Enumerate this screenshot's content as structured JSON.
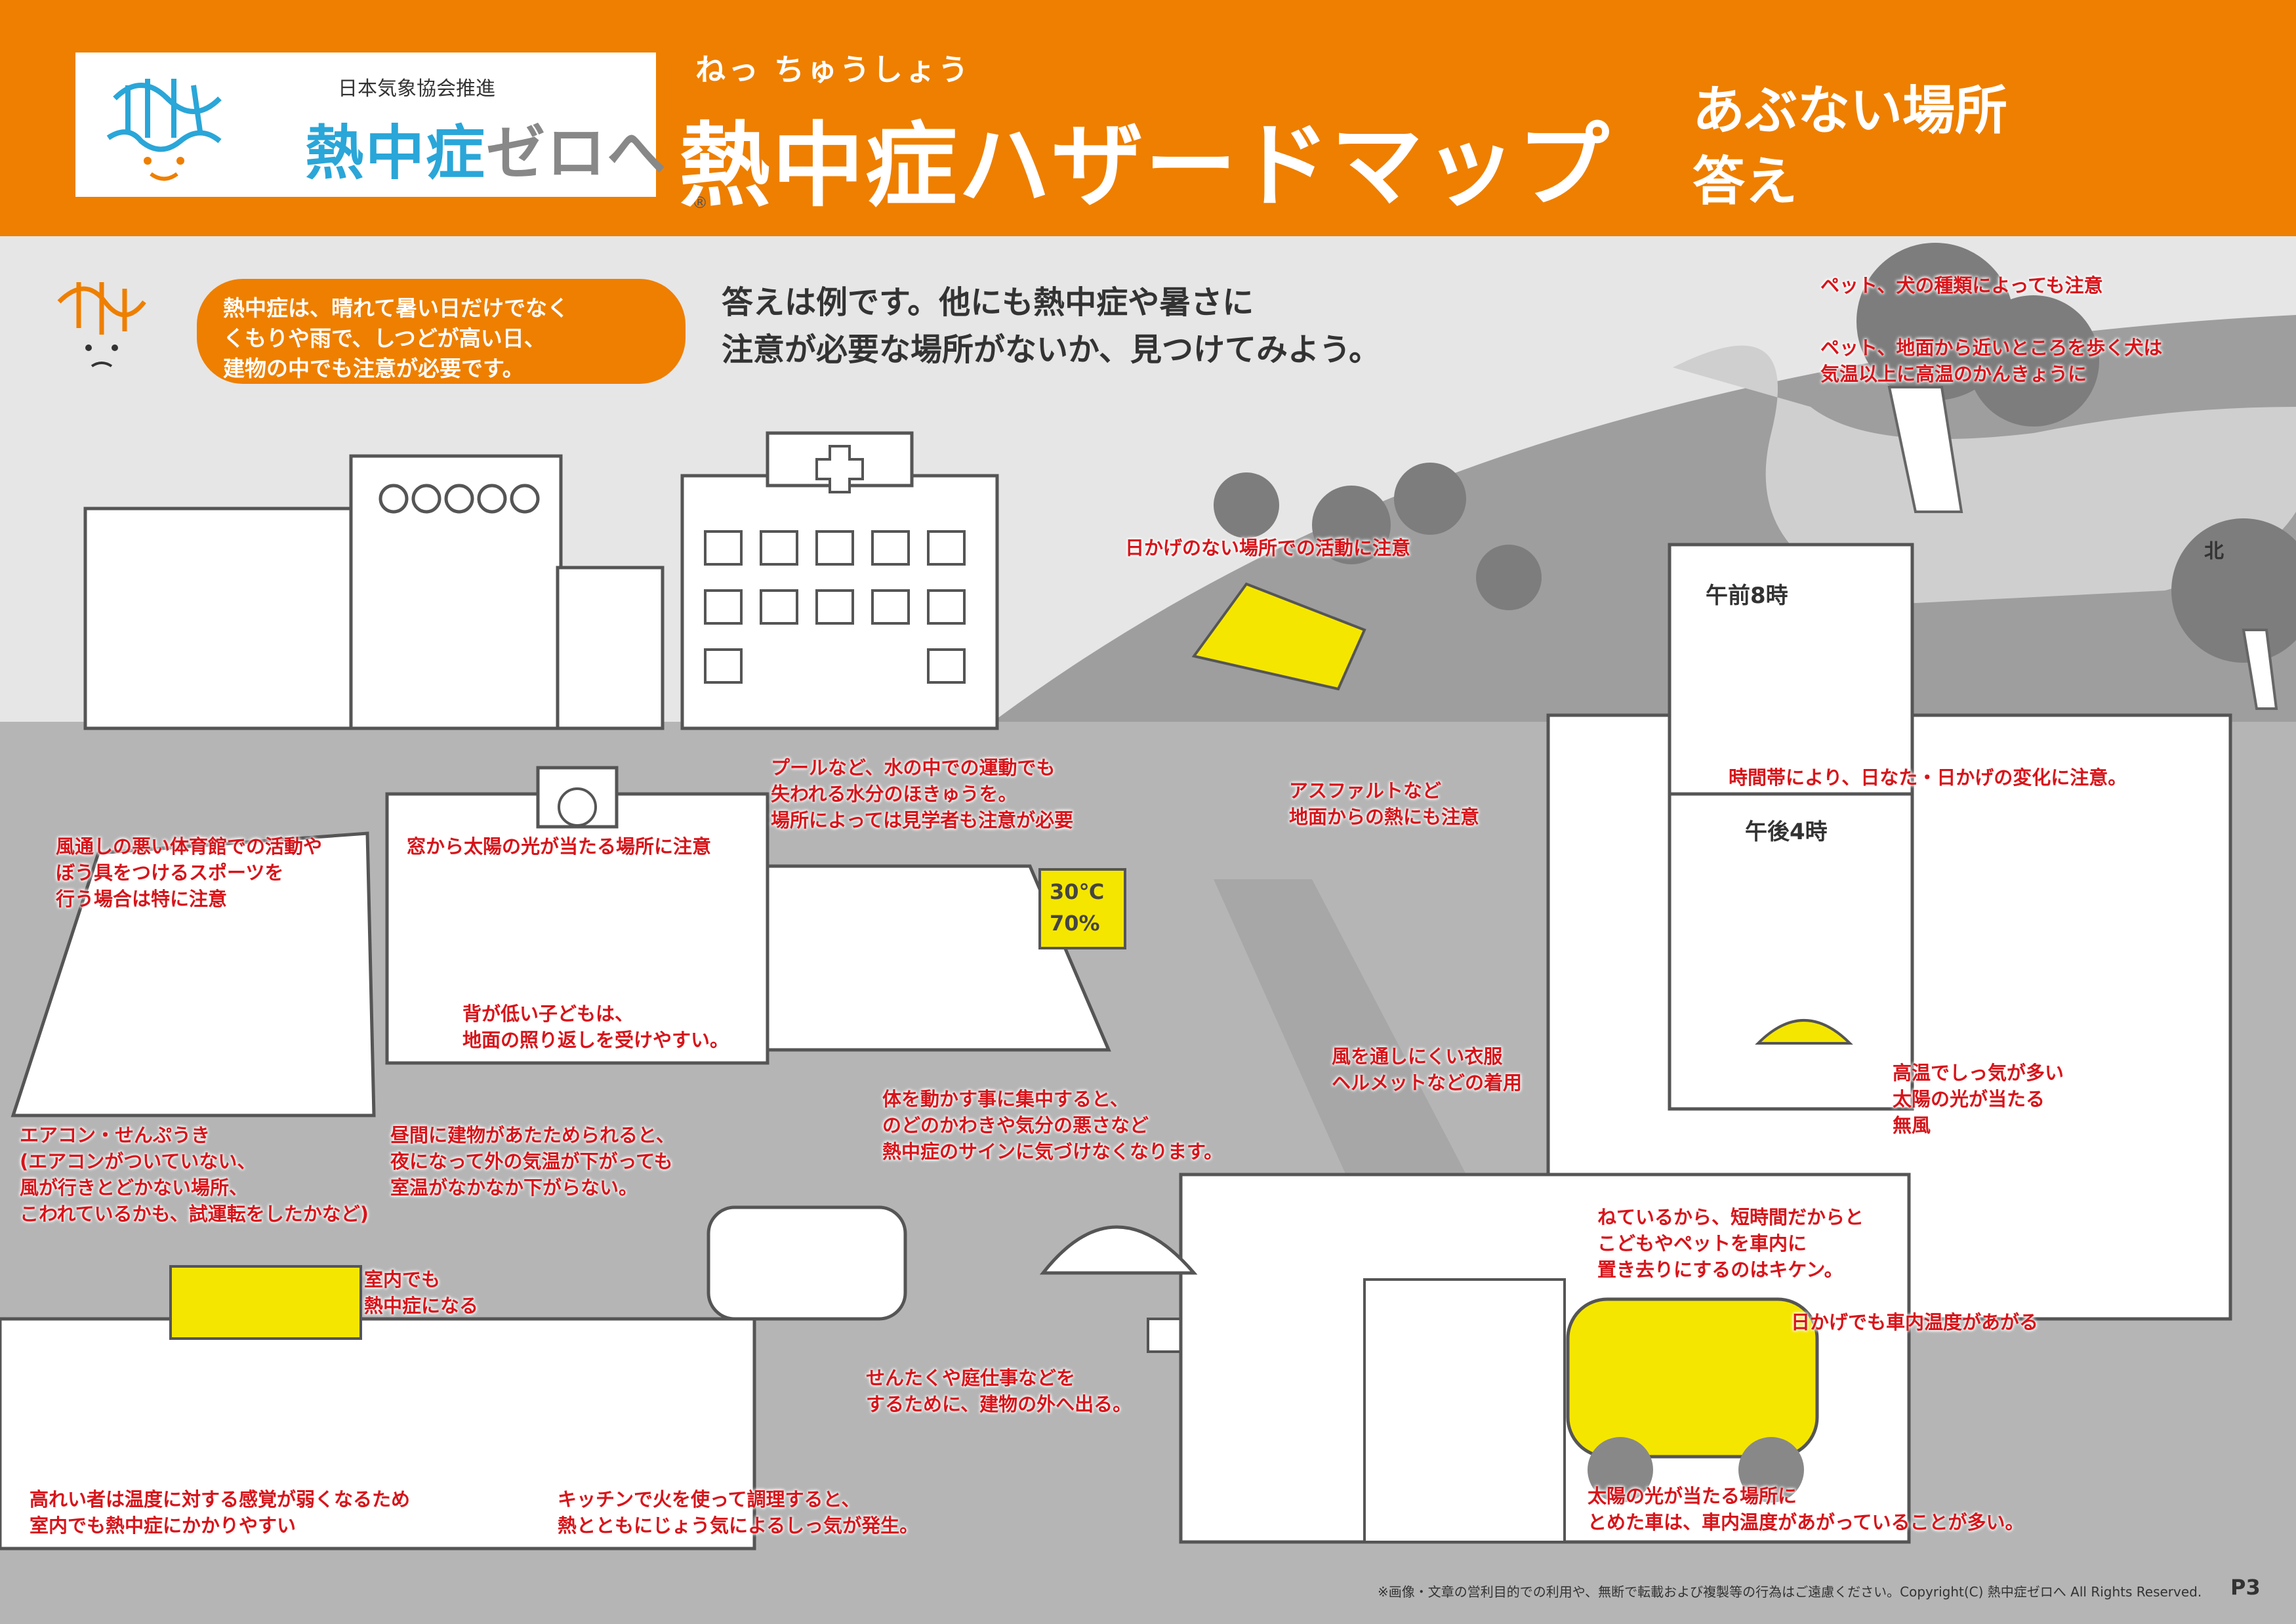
{
  "header": {
    "logo_sub": "日本気象協会推進",
    "logo_main_1": "熱中症",
    "logo_main_2": "ゼロへ",
    "logo_reg": "®",
    "title_ruby": "ねっ ちゅうしょう",
    "title": "熱中症ハザードマップ",
    "subtitle_1": "あぶない場所",
    "subtitle_2": "答え"
  },
  "speech_bubble": [
    "熱中症は、晴れて暑い日だけでなく",
    "くもりや雨で、しつどが高い日、",
    "建物の中でも注意が必要です。"
  ],
  "intro": [
    "答えは例です。他にも熱中症や暑さに",
    "注意が必要な場所がないか、見つけてみよう。"
  ],
  "north_label": "北",
  "inset": {
    "morning": "午前8時",
    "afternoon": "午後4時"
  },
  "sign": {
    "temp": "30℃",
    "humidity": "70%"
  },
  "notes": {
    "pet_1": [
      "ペット、犬の種類によっても注意"
    ],
    "pet_2": [
      "ペット、地面から近いところを歩く犬は",
      "気温以上に高温のかんきょうに"
    ],
    "shade": [
      "日かげのない場所での活動に注意"
    ],
    "pool": [
      "プールなど、水の中での運動でも",
      "失われる水分のほきゅうを。",
      "場所によっては見学者も注意が必要"
    ],
    "asphalt": [
      "アスファルトなど",
      "地面からの熱にも注意"
    ],
    "timezone": [
      "時間帯により、日なた・日かげの変化に注意。"
    ],
    "gym": [
      "風通しの悪い体育館での活動や",
      "ぼう具をつけるスポーツを",
      "行う場合は特に注意"
    ],
    "window": [
      "窓から太陽の光が当たる場所に注意"
    ],
    "child": [
      "背が低い子どもは、",
      "地面の照り返しを受けやすい。"
    ],
    "clothes": [
      "風を通しにくい衣服",
      "ヘルメットなどの着用"
    ],
    "street": [
      "高温でしっ気が多い",
      "太陽の光が当たる",
      "無風"
    ],
    "aircon": [
      "エアコン・せんぷうき",
      "(エアコンがついていない、",
      "風が行きとどかない場所、",
      "こわれているかも、試運転をしたかなど)"
    ],
    "night": [
      "昼間に建物があたためられると、",
      "夜になって外の気温が下がっても",
      "室温がなかなか下がらない。"
    ],
    "focus": [
      "体を動かす事に集中すると、",
      "のどのかわきや気分の悪さなど",
      "熱中症のサインに気づけなくなります。"
    ],
    "car_child": [
      "ねているから、短時間だからと",
      "こどもやペットを車内に",
      "置き去りにするのはキケン。"
    ],
    "indoor": [
      "室内でも",
      "熱中症になる"
    ],
    "car_shade": [
      "日かげでも車内温度があがる"
    ],
    "laundry": [
      "せんたくや庭仕事などを",
      "するために、建物の外へ出る。"
    ],
    "elderly": [
      "高れい者は温度に対する感覚が弱くなるため",
      "室内でも熱中症にかかりやすい"
    ],
    "kitchen": [
      "キッチンで火を使って調理すると、",
      "熱とともにじょう気によるしっ気が発生。"
    ],
    "parked_car": [
      "太陽の光が当たる場所に",
      "とめた車は、車内温度があがっていることが多い。"
    ]
  },
  "footer": "※画像・文章の営利目的での利用や、無断で転載および複製等の行為はご遠慮ください。Copyright(C) 熱中症ゼロへ All Rights Reserved.",
  "page_number": "P3",
  "colors": {
    "orange": "#ee7f00",
    "yellow": "#f5e600",
    "red": "#d7141a",
    "gray": "#9e9e9e",
    "lightgray": "#e6e6e6"
  }
}
